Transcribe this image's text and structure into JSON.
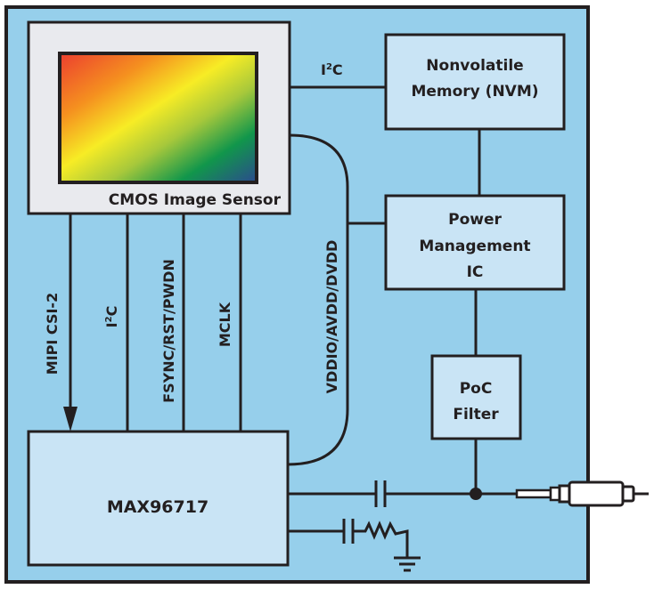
{
  "colors": {
    "board_fill": "#96cfeb",
    "block_fill": "#c9e4f5",
    "sensor_frame_fill": "#e9eaee",
    "line": "#231f20",
    "connector_fill": "#ffffff",
    "sensor_gradient": [
      "#ec3e2f",
      "#f5901f",
      "#f7ec25",
      "#a7c83b",
      "#11964b",
      "#2b4a8f"
    ]
  },
  "blocks": {
    "sensor": {
      "label": "CMOS Image Sensor"
    },
    "nvm": {
      "line1": "Nonvolatile",
      "line2": "Memory (NVM)"
    },
    "pmic": {
      "line1": "Power",
      "line2": "Management",
      "line3": "IC"
    },
    "poc": {
      "line1": "PoC",
      "line2": "Filter"
    },
    "serializer": {
      "label": "MAX96717"
    }
  },
  "signals": {
    "nvm_i2c": {
      "base": "I",
      "sup": "2",
      "tail": "C"
    },
    "mipi": "MIPI CSI-2",
    "sensor_i2c": {
      "base": "I",
      "sup": "2",
      "tail": "C"
    },
    "control": "FSYNC/RST/PWDN",
    "clock": "MCLK",
    "power_rails": "VDDIO/AVDD/DVDD"
  }
}
